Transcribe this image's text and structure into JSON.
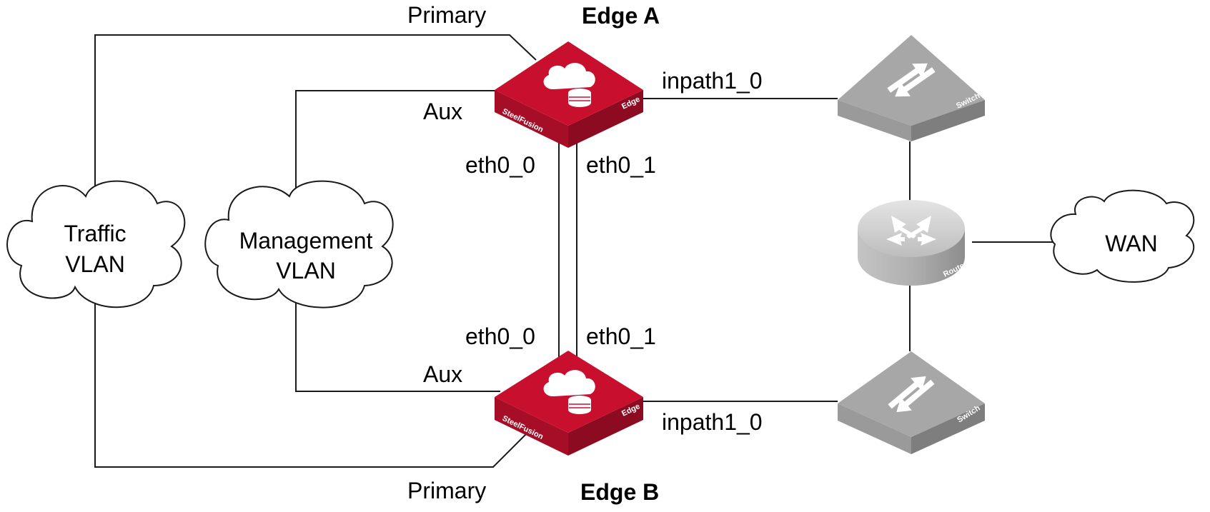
{
  "nodes": {
    "edge_a": {
      "title": "Edge A",
      "brand": "SteelFusion",
      "model": "Edge"
    },
    "edge_b": {
      "title": "Edge B",
      "brand": "SteelFusion",
      "model": "Edge"
    },
    "switch_top": {
      "label": "Switch"
    },
    "switch_bottom": {
      "label": "Switch"
    },
    "router": {
      "label": "Router"
    },
    "cloud_traffic": {
      "line1": "Traffic",
      "line2": "VLAN"
    },
    "cloud_management": {
      "line1": "Management",
      "line2": "VLAN"
    },
    "cloud_wan": {
      "line1": "WAN"
    }
  },
  "links": {
    "a_primary": "Primary",
    "a_aux": "Aux",
    "a_inpath": "inpath1_0",
    "a_eth0_0": "eth0_0",
    "a_eth0_1": "eth0_1",
    "b_eth0_0": "eth0_0",
    "b_eth0_1": "eth0_1",
    "b_aux": "Aux",
    "b_inpath": "inpath1_0",
    "b_primary": "Primary"
  },
  "colors": {
    "edge_red": "#c8102e",
    "switch_gray": "#a7a7a7",
    "line": "#1a1a1a"
  }
}
